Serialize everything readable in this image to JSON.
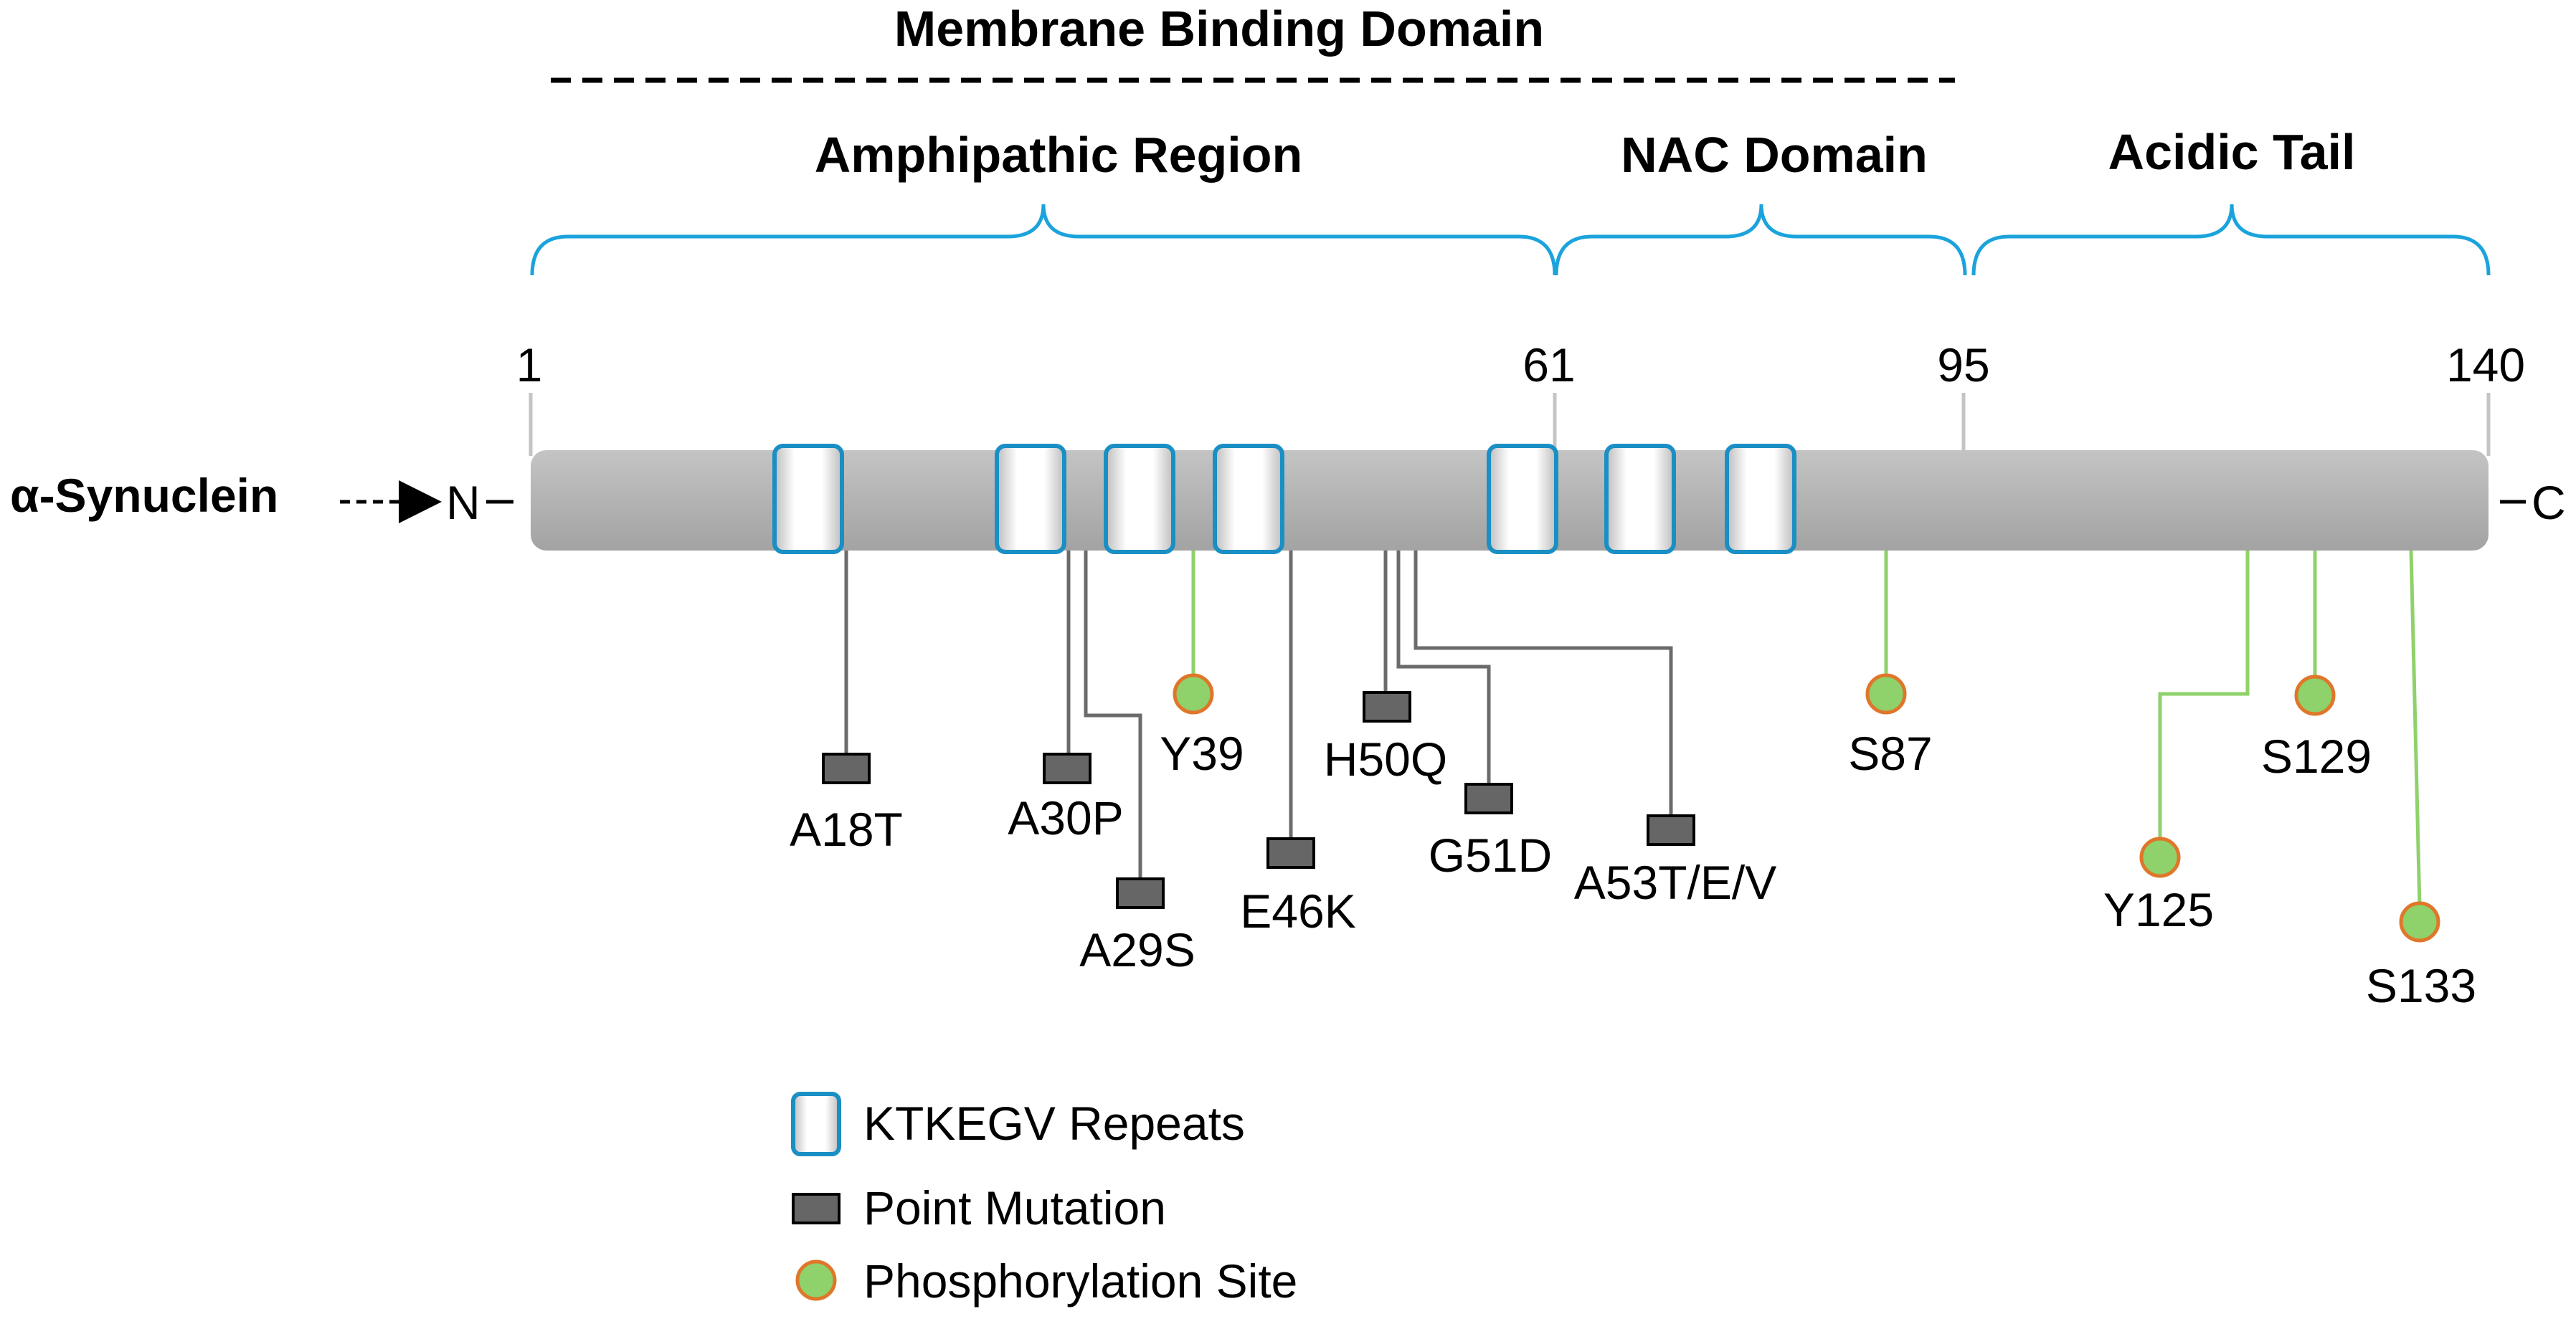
{
  "membrane_binding_label": "Membrane Binding Domain",
  "regions": [
    {
      "label": "Amphipathic Region"
    },
    {
      "label": "NAC Domain"
    },
    {
      "label": "Acidic Tail"
    }
  ],
  "boundaries": [
    "1",
    "61",
    "95",
    "140"
  ],
  "protein": {
    "name": "α-Synuclein",
    "n_label": "N",
    "c_label": "C",
    "bar_color": "#b3b3b3"
  },
  "colors": {
    "bracket": "#1aa3dc",
    "repeat_border": "#1a8fc4",
    "mutation_fill": "#666666",
    "mutation_line": "#6b6b6b",
    "phospho_fill": "#8fd16a",
    "phospho_border": "#e0762a",
    "phospho_line": "#8fd16a"
  },
  "repeat_count": 7,
  "mutations": [
    "A18T",
    "A30P",
    "A29S",
    "E46K",
    "H50Q",
    "G51D",
    "A53T/E/V"
  ],
  "phosphorylation_sites": [
    "Y39",
    "S87",
    "Y125",
    "S129",
    "S133"
  ],
  "legend": {
    "repeats": "KTKEGV Repeats",
    "mutation": "Point Mutation",
    "phospho": "Phosphorylation Site"
  }
}
